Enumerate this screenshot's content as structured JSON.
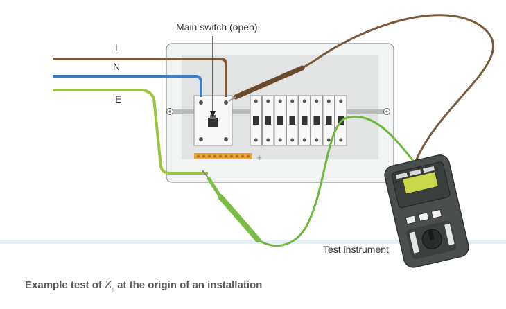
{
  "labels": {
    "main_switch": "Main switch (open)",
    "line": "L",
    "neutral": "N",
    "earth": "E",
    "test_instrument": "Test instrument"
  },
  "caption": {
    "prefix": "Example test of ",
    "symbol": "Z",
    "subscript": "e",
    "suffix": " at the origin of an installation"
  },
  "colors": {
    "line_wire": "#7a5a3a",
    "neutral_wire": "#3d7ec0",
    "earth_wire": "#9ac43a",
    "probe_green": "#7bbd45",
    "board_fill": "#e2e3e3",
    "meter_body": "#4a4f4e"
  },
  "breaker_count": 8
}
